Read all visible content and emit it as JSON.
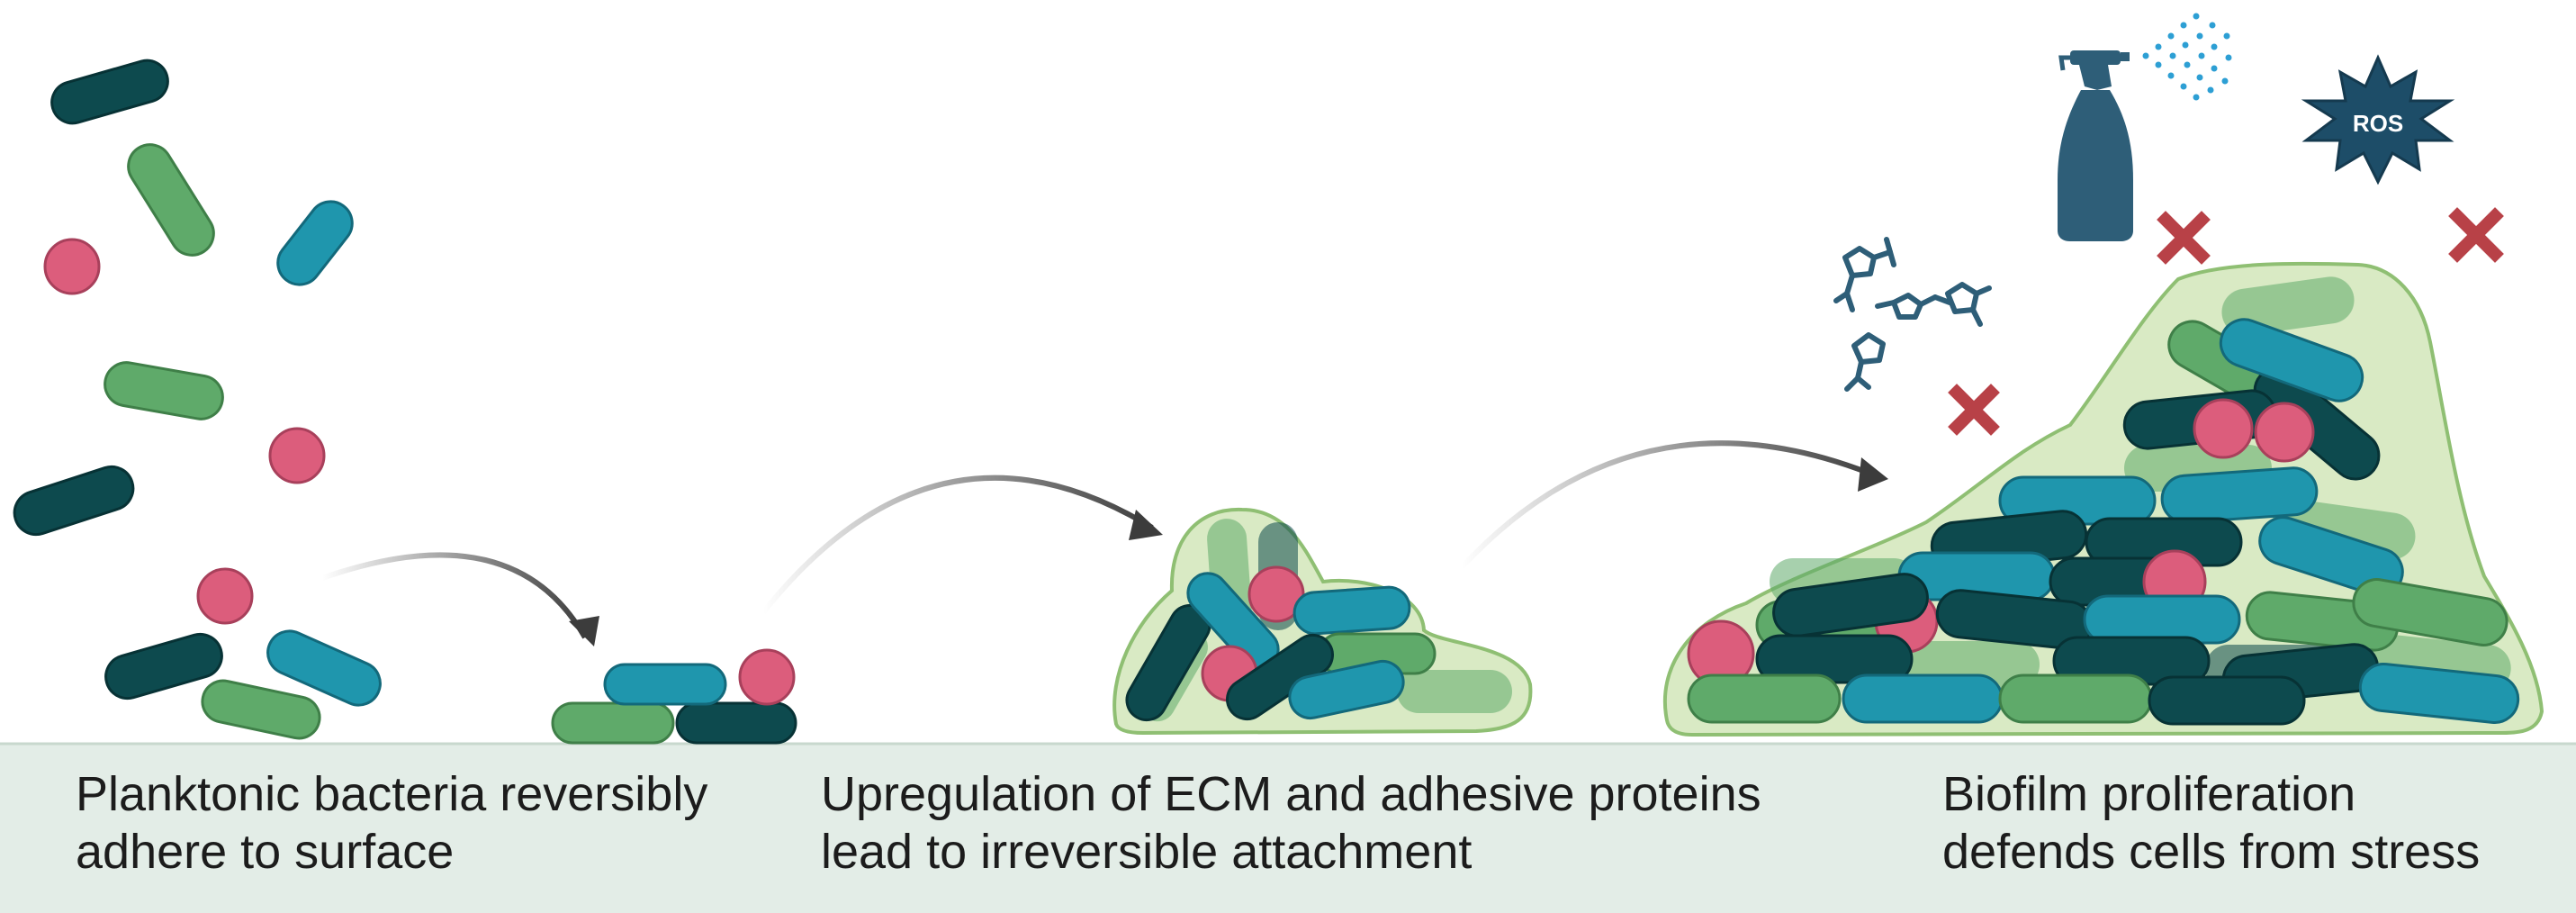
{
  "colors": {
    "dark_teal": "#0d4a4e",
    "teal": "#1f96ad",
    "green": "#5faa6a",
    "pink": "#dc5d7c",
    "surface": "#e3ede7",
    "matrix_fill": "#d9eac4",
    "matrix_stroke": "#8fbf73",
    "red_x": "#b84147",
    "molecule": "#2e5e78",
    "bottle": "#2e5e78",
    "arrow": "#3c3c3c"
  },
  "stages": [
    {
      "line1": "Planktonic bacteria reversibly",
      "line2": "adhere to surface"
    },
    {
      "line1": "Upregulation of ECM and adhesive proteins",
      "line2": "lead to irreversible attachment"
    },
    {
      "line1": "Biofilm proliferation",
      "line2": "defends cells from stress"
    }
  ],
  "stressors": {
    "ros_label": "ROS",
    "icons": [
      "spray-bottle-icon",
      "ros-burst-icon",
      "antibiotic-molecule-icon",
      "blocked-x-icon"
    ]
  }
}
